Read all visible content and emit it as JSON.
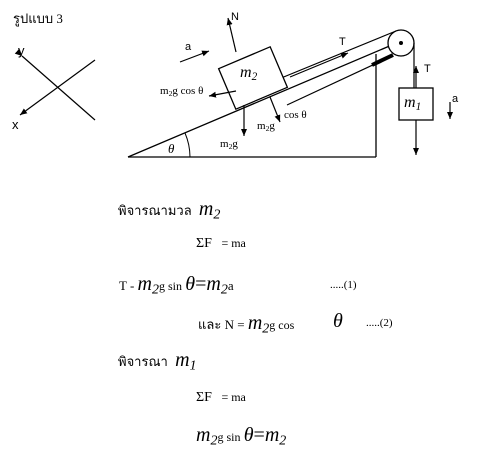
{
  "header": {
    "title": "รูปแบบ 3"
  },
  "axes": {
    "y_label": "y",
    "x_label": "x"
  },
  "diagram": {
    "normal_label": "N",
    "accel_label_left": "a",
    "tension_label_incline": "T",
    "tension_label_hanging": "T",
    "accel_label_right": "a",
    "block_m2": "m",
    "block_m2_sub": "2",
    "block_m1": "m",
    "block_m1_sub": "1",
    "angle_label": "θ",
    "force_left_prefix": "m",
    "force_left_sub": "2",
    "force_left_rest": "g  cos θ",
    "force_right_text": "cos θ",
    "force_down_small_prefix": "m",
    "force_down_small_sub": "2",
    "force_down_small_rest": "g",
    "weight_base_prefix": "m",
    "weight_base_sub": "2",
    "weight_base_rest": "g"
  },
  "equations": {
    "consider_m2_text": "พิจารณามวล",
    "consider_m2_var": "m",
    "consider_m2_sub": "2",
    "sum_f_1": "ΣF",
    "eq_ma_1": "= ma",
    "eq1_T": "T -",
    "eq1_m": "m",
    "eq1_sub": "2",
    "eq1_g_sin": "g  sin",
    "eq1_theta": "θ",
    "eq1_eq": "=",
    "eq1_m2": "m",
    "eq1_m2_sub": "2",
    "eq1_a": "a",
    "eq1_number": ".....(1)",
    "eq2_and": "และ  N =",
    "eq2_m": "m",
    "eq2_sub": "2",
    "eq2_g_cos": "g   cos",
    "eq2_theta": "θ",
    "eq2_number": ".....(2)",
    "consider_m1_text": "พิจารณา",
    "consider_m1_var": "m",
    "consider_m1_sub": "1",
    "sum_f_2": "ΣF",
    "eq_ma_2": "= ma",
    "eq3_m": "m",
    "eq3_sub": "2",
    "eq3_g_sin": "g  sin",
    "eq3_theta": "θ",
    "eq3_eq": "=",
    "eq3_m2": "m",
    "eq3_m2_sub": "2"
  }
}
